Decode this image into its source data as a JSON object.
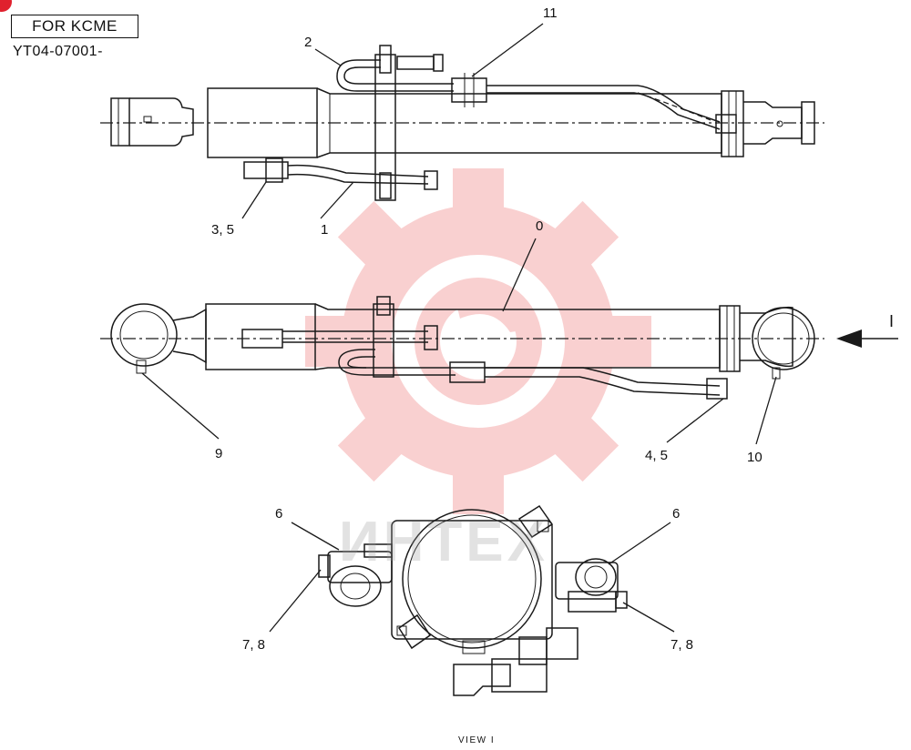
{
  "header": {
    "box_label": "FOR KCME",
    "serial": "YT04-07001-"
  },
  "callouts": {
    "c2": "2",
    "c11": "11",
    "c35": "3, 5",
    "c1": "1",
    "c0": "0",
    "cI": "I",
    "c9": "9",
    "c45": "4, 5",
    "c10": "10",
    "c6a": "6",
    "c6b": "6",
    "c78a": "7, 8",
    "c78b": "7, 8"
  },
  "view_caption": "VIEW I",
  "watermark": {
    "text": "ИНТЕХ",
    "color": "#f07a7a"
  }
}
